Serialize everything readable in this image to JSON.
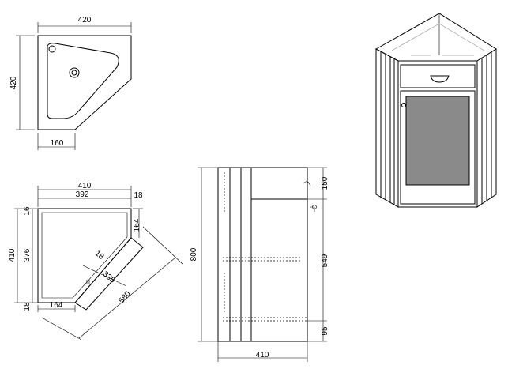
{
  "dimensions": {
    "basin_width": "420",
    "basin_depth": "420",
    "basin_front_offset": "160",
    "cabinet_width": "410",
    "cabinet_inner_width": "392",
    "cabinet_side_thickness": "18",
    "cabinet_top_thickness": "16",
    "cabinet_depth": "410",
    "cabinet_inner_depth": "376",
    "cabinet_bottom_thickness": "18",
    "cabinet_front_left": "164",
    "cabinet_front_right": "164",
    "door_thickness": "18",
    "door_width": "335",
    "diagonal_span": "580",
    "height": "800",
    "drawer_height": "150",
    "door_height": "549",
    "plinth_height": "95",
    "side_width": "410"
  },
  "colors": {
    "line": "#000000",
    "fill": "#8a8a8a",
    "background": "#ffffff"
  }
}
